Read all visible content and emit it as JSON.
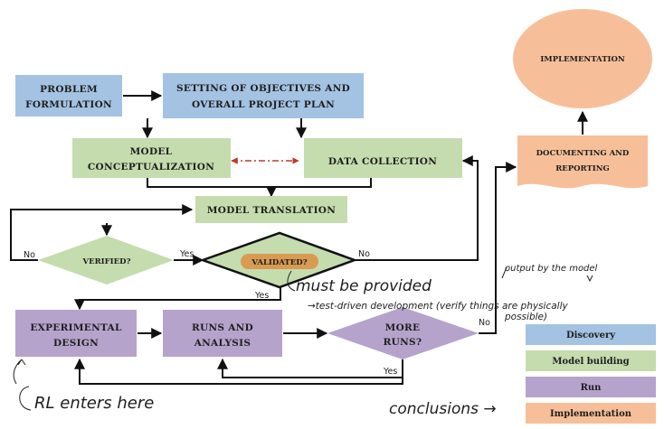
{
  "nodes": {
    "problem_formulation": [
      "PROBLEM",
      "FORMULATION"
    ],
    "objectives": [
      "SETTING OF OBJECTIVES AND",
      "OVERALL PROJECT PLAN"
    ],
    "model_conceptualization": [
      "MODEL",
      "CONCEPTUALIZATION"
    ],
    "data_collection": "DATA COLLECTION",
    "model_translation": "MODEL TRANSLATION",
    "verified": "VERIFIED?",
    "validated": "VALIDATED?",
    "experimental_design": [
      "EXPERIMENTAL",
      "DESIGN"
    ],
    "runs_analysis": [
      "RUNS AND",
      "ANALYSIS"
    ],
    "more_runs": [
      "MORE",
      "RUNS?"
    ],
    "documenting": [
      "DOCUMENTING AND",
      "REPORTING"
    ],
    "implementation": "IMPLEMENTATION"
  },
  "edge_labels": {
    "verified_no": "No",
    "verified_yes": "Yes",
    "validated_no": "No",
    "validated_yes": "Yes",
    "more_runs_no": "No",
    "more_runs_yes": "Yes"
  },
  "annotations": {
    "must_be_provided": "must be provided",
    "test_driven": "→test-driven development (verify things are physically",
    "possible": "possible)",
    "output_by_model": "output by the model",
    "rl_enters": "RL enters here",
    "conclusions": "conclusions →"
  },
  "legend": [
    {
      "label": "Discovery",
      "color": "#a4c2e2"
    },
    {
      "label": "Model building",
      "color": "#c5dcae"
    },
    {
      "label": "Run",
      "color": "#b6a3cc"
    },
    {
      "label": "Implementation",
      "color": "#f7bf99"
    }
  ],
  "colors": {
    "discovery": "#a4c2e2",
    "model_building": "#c5dcae",
    "run": "#b6a3cc",
    "implementation": "#f7bf99",
    "dashed_arrow": "#c0392b",
    "validated_pill": "#d99a52"
  }
}
